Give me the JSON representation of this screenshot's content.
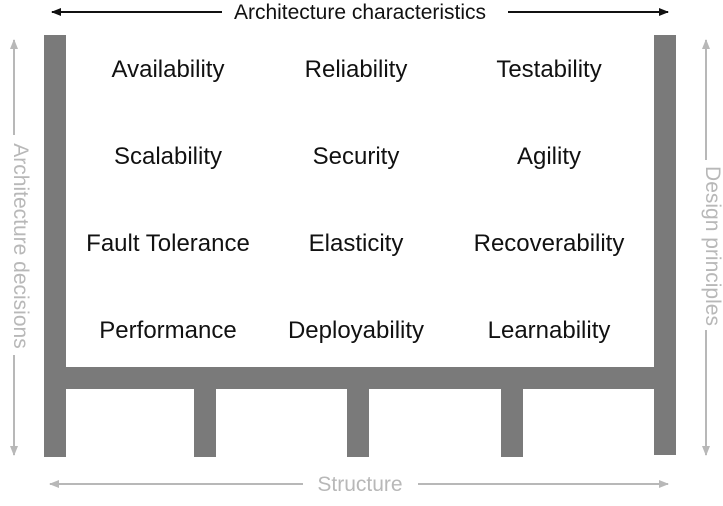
{
  "labels": {
    "top": "Architecture characteristics",
    "left": "Architecture decisions",
    "right": "Design principles",
    "bottom": "Structure"
  },
  "characteristics": [
    "Availability",
    "Reliability",
    "Testability",
    "Scalability",
    "Security",
    "Agility",
    "Fault Tolerance",
    "Elasticity",
    "Recoverability",
    "Performance",
    "Deployability",
    "Learnability"
  ],
  "colors": {
    "structure": "#7a7a7a",
    "text": "#111111",
    "muted": "#b8b8b8"
  }
}
